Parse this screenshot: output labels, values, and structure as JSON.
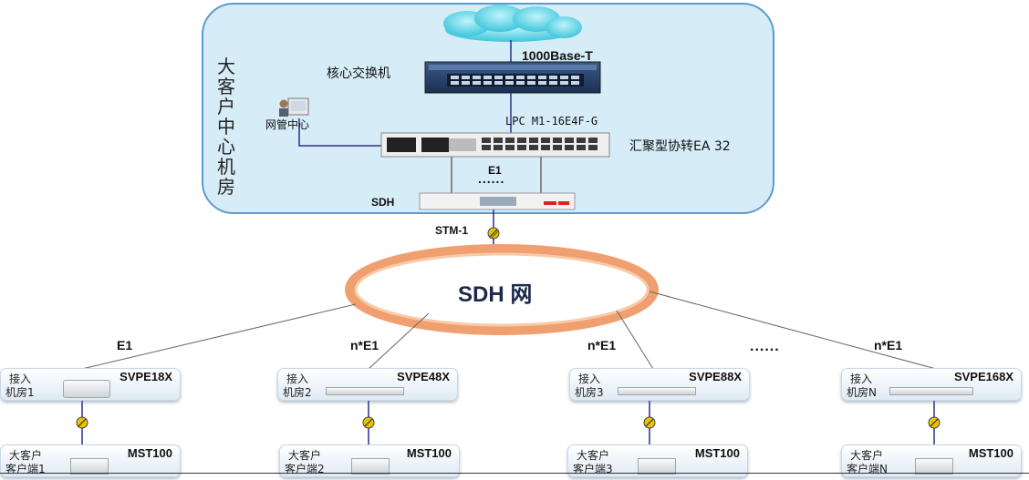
{
  "center_room_label": "大客户中心机房",
  "core_switch_label": "核心交换机",
  "uplink_label": "1000Base-T",
  "link_model_label": "LPC M1-16E4F-G",
  "nms_label": "网管中心",
  "aggregator_label": "汇聚型协转EA 32",
  "e1_label": "E1",
  "e1_dots": "......",
  "sdh_label": "SDH",
  "stm_label": "STM-1",
  "ring_label": "SDH 网",
  "ellipsis": "......",
  "branches": [
    {
      "link": "E1",
      "access_line1": "接入",
      "access_line2": "机房1",
      "access_model": "SVPE18X",
      "client_line1": "大客户",
      "client_line2": "客户端1",
      "client_model": "MST100"
    },
    {
      "link": "n*E1",
      "access_line1": "接入",
      "access_line2": "机房2",
      "access_model": "SVPE48X",
      "client_line1": "大客户",
      "client_line2": "客户端2",
      "client_model": "MST100"
    },
    {
      "link": "n*E1",
      "access_line1": "接入",
      "access_line2": "机房3",
      "access_model": "SVPE88X",
      "client_line1": "大客户",
      "client_line2": "客户端3",
      "client_model": "MST100"
    },
    {
      "link": "n*E1",
      "access_line1": "接入",
      "access_line2": "机房N",
      "access_model": "SVPE168X",
      "client_line1": "大客户",
      "client_line2": "客户端N",
      "client_model": "MST100"
    }
  ],
  "colors": {
    "panel_fill": "#d6ecf7",
    "panel_border": "#5a9ccc",
    "ring": "#f0a070",
    "link": "#2d2d8a",
    "coupler": "#e8c400"
  }
}
